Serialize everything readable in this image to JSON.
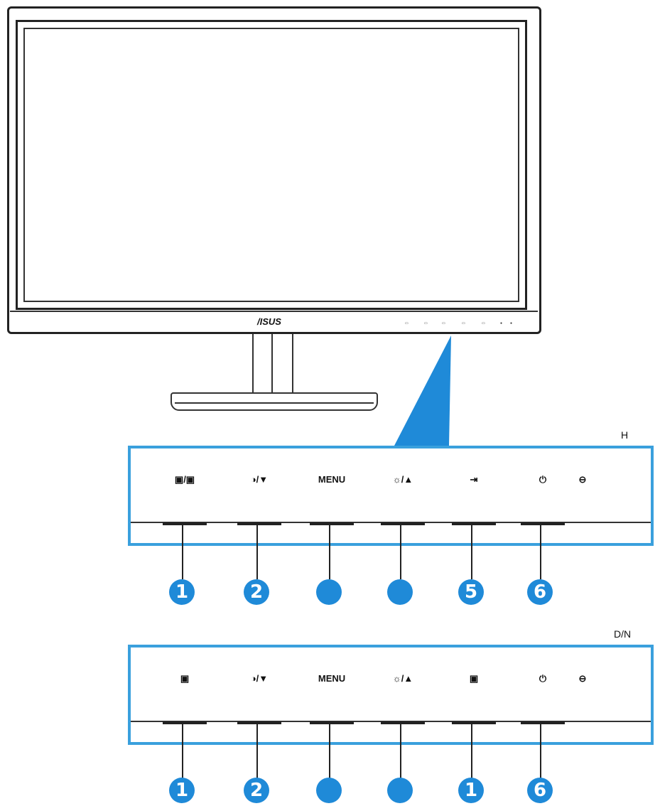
{
  "monitor": {
    "brand": "/ISUS"
  },
  "panel_h": {
    "label": "H",
    "buttons": [
      {
        "icon": "input-select-icon",
        "label": "▣/▣"
      },
      {
        "icon": "contrast-down-icon",
        "label": "◑/▼"
      },
      {
        "icon": "menu-icon",
        "label": "MENU"
      },
      {
        "icon": "brightness-up-icon",
        "label": "☼/▲"
      },
      {
        "icon": "input-source-icon",
        "label": "⇥"
      },
      {
        "icon": "power-icon",
        "label": "⏻"
      }
    ],
    "indicator": "⊖",
    "badges": [
      "1",
      "2",
      "",
      "",
      "5",
      "6"
    ]
  },
  "panel_dn": {
    "label": "D/N",
    "buttons": [
      {
        "icon": "display-icon",
        "label": "▣"
      },
      {
        "icon": "contrast-down-icon",
        "label": "◑/▼"
      },
      {
        "icon": "menu-icon",
        "label": "MENU"
      },
      {
        "icon": "brightness-up-icon",
        "label": "☼/▲"
      },
      {
        "icon": "image-icon",
        "label": "▣"
      },
      {
        "icon": "power-icon",
        "label": "⏻"
      }
    ],
    "indicator": "⊖",
    "badges": [
      "1",
      "2",
      "",
      "",
      "1",
      "6"
    ]
  },
  "colors": {
    "accent": "#1f8ad8",
    "panel_border": "#3aa0dd"
  }
}
